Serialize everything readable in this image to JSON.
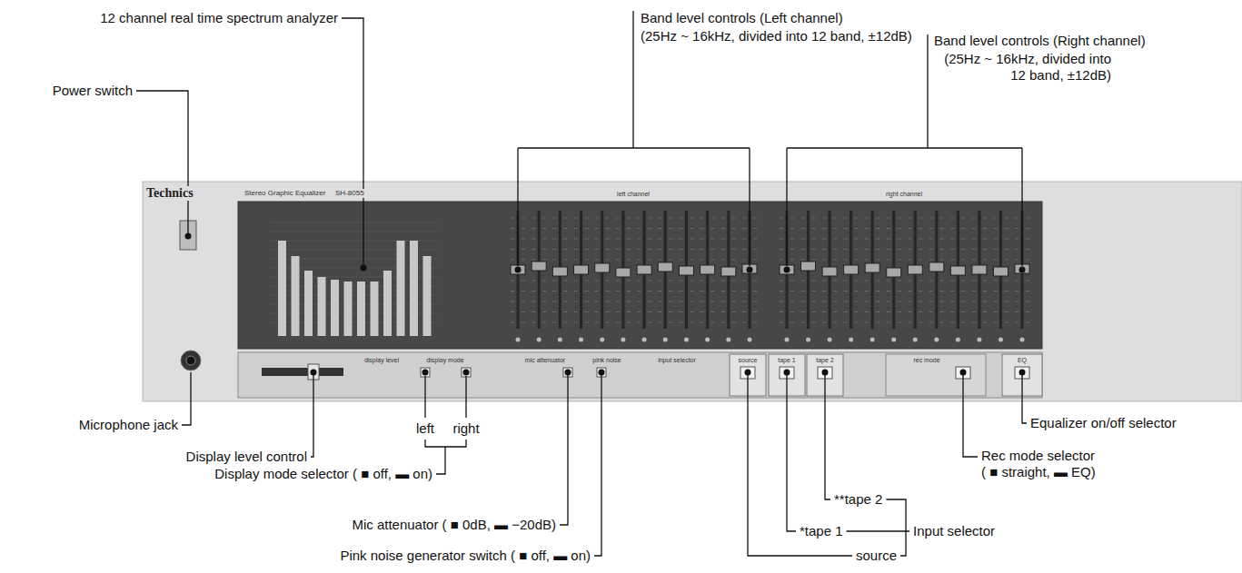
{
  "diagram": {
    "labels": [
      "12 channel real time spectrum analyzer",
      "Band level controls (Left channel)",
      "(25Hz ~ 16kHz, divided into 12 band, ±12dB)",
      "Band level controls (Right channel)",
      "(25Hz ~ 16kHz, divided into 12 band, ±12dB)",
      "Power switch",
      "Technics",
      "Stereo Graphic Equalizer",
      "SH-8055",
      "left channel",
      "right channel",
      "display level",
      "display mode",
      "mic attenuator",
      "pink noise",
      "input selector",
      "source",
      "tape 1",
      "tape 2",
      "rec mode",
      "EQ",
      "Microphone jack",
      "left",
      "right",
      "Equalizer on/off selector",
      "Display level control",
      "Rec mode selector ( ■ straight, ▬ EQ)",
      "Display mode selector ( ■ off, ▬ on)",
      "**tape 2",
      "Mic attenuator ( ■ 0dB, ▬ −20dB)",
      "*tape 1",
      "Input selector",
      "Pink noise generator switch ( ■ off, ▬ on)",
      "source"
    ]
  }
}
